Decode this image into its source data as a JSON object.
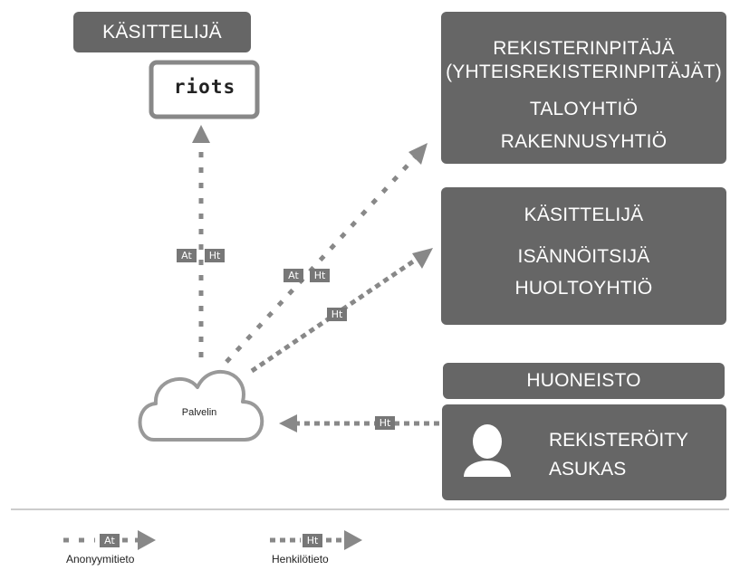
{
  "processor_top": {
    "title": "KÄSITTELIJÄ",
    "logo": "riots"
  },
  "controller": {
    "title_line1": "REKISTERINPITÄJÄ",
    "title_line2": "(YHTEISREKISTERINPITÄJÄT)",
    "item1": "TALOYHTIÖ",
    "item2": "RAKENNUSYHTIÖ"
  },
  "processor_mid": {
    "title": "KÄSITTELIJÄ",
    "item1": "ISÄNNÖITSIJÄ",
    "item2": "HUOLTOYHTIÖ"
  },
  "apartment": {
    "title": "HUONEISTO"
  },
  "resident": {
    "line1": "REKISTERÖITY",
    "line2": "ASUKAS"
  },
  "server": {
    "label": "Palvelin"
  },
  "tags": {
    "at": "At",
    "ht": "Ht"
  },
  "legend": {
    "anonymous": "Anonyymitieto",
    "personal": "Henkilötieto"
  },
  "colors": {
    "box": "#666666",
    "arrow": "#888888",
    "tag": "#777777"
  }
}
